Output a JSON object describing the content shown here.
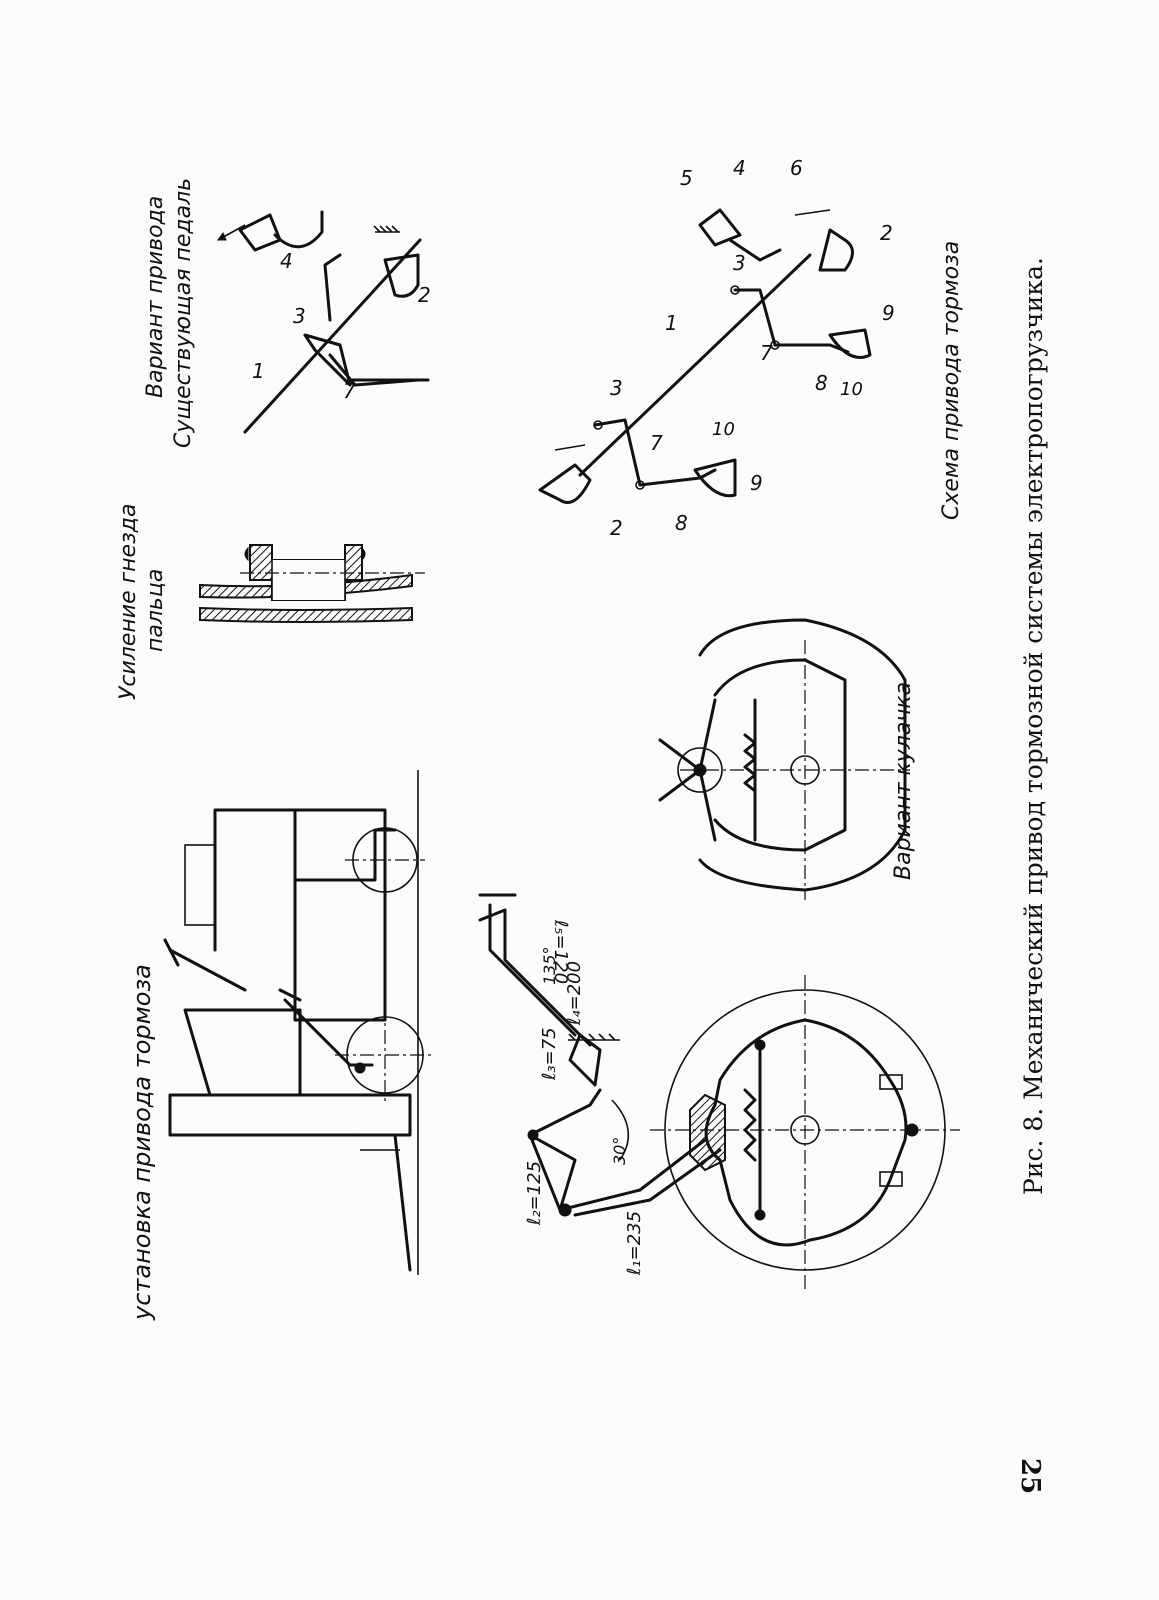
{
  "page_number": "25",
  "caption": "Рис. 8. Механический привод тормозной системы электропогрузчика.",
  "titles": {
    "installation": "установка привода тормоза",
    "reinforcement_line1": "Усиление гнезда",
    "reinforcement_line2": "пальца",
    "variant_line1": "Вариант привода",
    "variant_line2": "Существующая педаль",
    "cam_variant": "Вариант кулачка",
    "brake_scheme": "Схема привода тормоза"
  },
  "dimensions": {
    "l1": "ℓ₁=235",
    "l2": "ℓ₂=125",
    "l3": "ℓ₃=75",
    "l4": "ℓ₄=200",
    "l5": "ℓ₅=120",
    "angle30": "30°",
    "angle135": "135°"
  },
  "part_numbers": [
    "1",
    "2",
    "3",
    "4",
    "5",
    "6",
    "7",
    "8",
    "9",
    "10"
  ]
}
